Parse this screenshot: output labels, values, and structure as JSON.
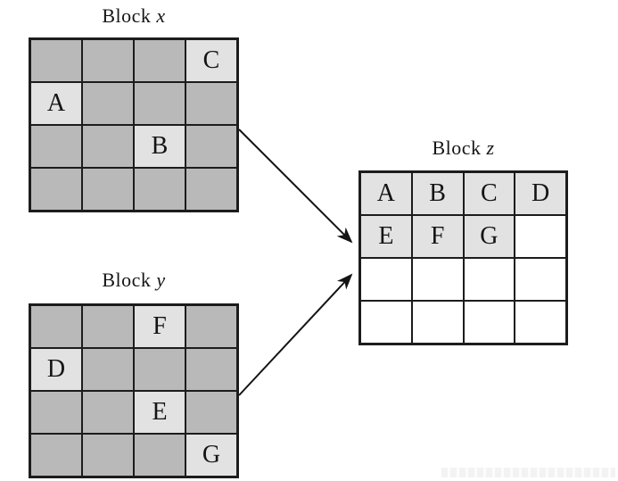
{
  "diagram": {
    "description_colors": {
      "cell_dark": "#b9b9b9",
      "cell_light": "#e2e2e2",
      "cell_white": "#ffffff",
      "border": "#1c1c1c",
      "arrow": "#141414",
      "text": "#141414"
    },
    "blocks": {
      "x": {
        "title_prefix": "Block ",
        "title_var": "x",
        "rows": 4,
        "cols": 4,
        "cells": [
          [
            {
              "label": "",
              "tone": "dark"
            },
            {
              "label": "",
              "tone": "dark"
            },
            {
              "label": "",
              "tone": "dark"
            },
            {
              "label": "C",
              "tone": "light"
            }
          ],
          [
            {
              "label": "A",
              "tone": "light"
            },
            {
              "label": "",
              "tone": "dark"
            },
            {
              "label": "",
              "tone": "dark"
            },
            {
              "label": "",
              "tone": "dark"
            }
          ],
          [
            {
              "label": "",
              "tone": "dark"
            },
            {
              "label": "",
              "tone": "dark"
            },
            {
              "label": "B",
              "tone": "light"
            },
            {
              "label": "",
              "tone": "dark"
            }
          ],
          [
            {
              "label": "",
              "tone": "dark"
            },
            {
              "label": "",
              "tone": "dark"
            },
            {
              "label": "",
              "tone": "dark"
            },
            {
              "label": "",
              "tone": "dark"
            }
          ]
        ]
      },
      "y": {
        "title_prefix": "Block ",
        "title_var": "y",
        "rows": 4,
        "cols": 4,
        "cells": [
          [
            {
              "label": "",
              "tone": "dark"
            },
            {
              "label": "",
              "tone": "dark"
            },
            {
              "label": "F",
              "tone": "light"
            },
            {
              "label": "",
              "tone": "dark"
            }
          ],
          [
            {
              "label": "D",
              "tone": "light"
            },
            {
              "label": "",
              "tone": "dark"
            },
            {
              "label": "",
              "tone": "dark"
            },
            {
              "label": "",
              "tone": "dark"
            }
          ],
          [
            {
              "label": "",
              "tone": "dark"
            },
            {
              "label": "",
              "tone": "dark"
            },
            {
              "label": "E",
              "tone": "light"
            },
            {
              "label": "",
              "tone": "dark"
            }
          ],
          [
            {
              "label": "",
              "tone": "dark"
            },
            {
              "label": "",
              "tone": "dark"
            },
            {
              "label": "",
              "tone": "dark"
            },
            {
              "label": "G",
              "tone": "light"
            }
          ]
        ]
      },
      "z": {
        "title_prefix": "Block ",
        "title_var": "z",
        "rows": 4,
        "cols": 4,
        "cells": [
          [
            {
              "label": "A",
              "tone": "light"
            },
            {
              "label": "B",
              "tone": "light"
            },
            {
              "label": "C",
              "tone": "light"
            },
            {
              "label": "D",
              "tone": "light"
            }
          ],
          [
            {
              "label": "E",
              "tone": "light"
            },
            {
              "label": "F",
              "tone": "light"
            },
            {
              "label": "G",
              "tone": "light"
            },
            {
              "label": "",
              "tone": "white"
            }
          ],
          [
            {
              "label": "",
              "tone": "white"
            },
            {
              "label": "",
              "tone": "white"
            },
            {
              "label": "",
              "tone": "white"
            },
            {
              "label": "",
              "tone": "white"
            }
          ],
          [
            {
              "label": "",
              "tone": "white"
            },
            {
              "label": "",
              "tone": "white"
            },
            {
              "label": "",
              "tone": "white"
            },
            {
              "label": "",
              "tone": "white"
            }
          ]
        ]
      }
    },
    "arrows": [
      {
        "from": "block-x",
        "to": "block-z"
      },
      {
        "from": "block-y",
        "to": "block-z"
      }
    ]
  }
}
